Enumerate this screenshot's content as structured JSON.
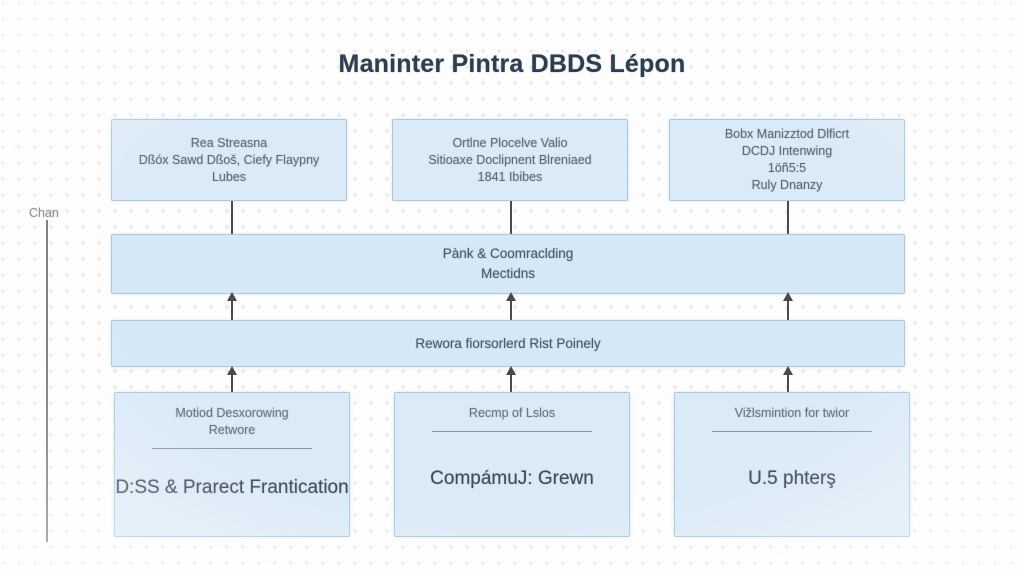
{
  "page": {
    "title": "Maninter Pintra DBDS Lépon",
    "background_color": "#fdfdfd",
    "node_fill": "#dbeaf7",
    "node_border": "#a9c9e2",
    "bar_fill": "#d6e8f6",
    "title_color": "#2c3e50"
  },
  "axis": {
    "label": "Chan"
  },
  "top_nodes": [
    {
      "name": "top-node-1",
      "lines": [
        "Rea Streasna",
        "Dßóx Sawd Dßoš, Ciefy Flaypny",
        "Lubes"
      ]
    },
    {
      "name": "top-node-2",
      "lines": [
        "Ortlne Plocelve Valio",
        "Sitioaxe Doclipnent Blreniaed",
        "1841 Ibibes"
      ]
    },
    {
      "name": "top-node-3",
      "lines": [
        "Bobx Manizztod Dlficrt",
        "DCDJ Intenwing",
        "1öñ5:5",
        "Ruly Dnanzy"
      ]
    }
  ],
  "bars": [
    {
      "name": "bar-upper",
      "lines": [
        "Pànk & Coomraclding",
        "Mectidns"
      ]
    },
    {
      "name": "bar-lower",
      "lines": [
        "Rewora fiorsorlerd Rist Poinely"
      ]
    }
  ],
  "bottom_nodes": [
    {
      "name": "bottom-node-1",
      "sub_lines": [
        "Motiod Desxorowing",
        "Retwore"
      ],
      "main": "D:SS & Prarect Frantication"
    },
    {
      "name": "bottom-node-2",
      "sub_lines": [
        "Recmp of Lslos"
      ],
      "main": "CompámuJ: Grewn"
    },
    {
      "name": "bottom-node-3",
      "sub_lines": [
        "Vižlsmintion for twior"
      ],
      "main": "U.5 phterş"
    }
  ]
}
